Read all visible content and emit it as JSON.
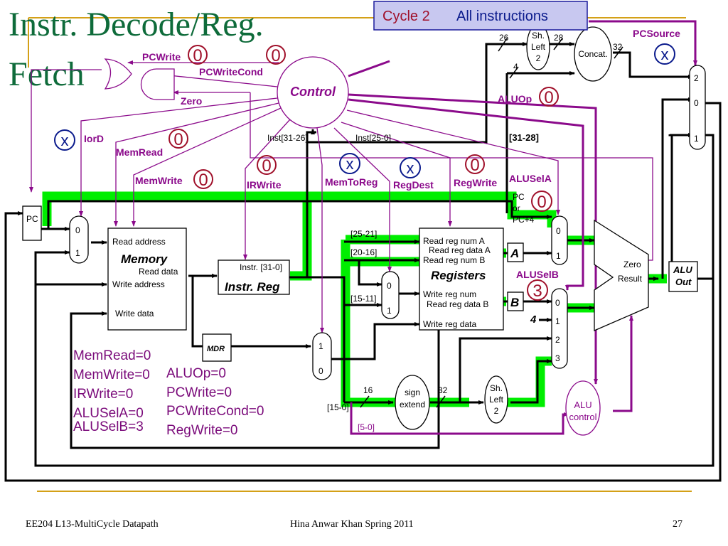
{
  "slide": {
    "title_line1": "Instr. Decode/Reg.",
    "title_line2": "Fetch",
    "banner_cycle": "Cycle 2",
    "banner_scope": "All instructions",
    "footer_left": "EE204 L13-MultiCycle Datapath",
    "footer_center": "Hina Anwar Khan Spring 2011",
    "page_number": "27"
  },
  "colors": {
    "title": "#0e6b3a",
    "rule": "#d4a017",
    "control_signal": "#8b0a8b",
    "active_path": "#00ee00",
    "value_zero": "#a0102a",
    "value_dontcare": "#0a1a8c",
    "banner_bg": "#c8c8f0"
  },
  "control": {
    "unit_label": "Control",
    "signals": {
      "pcwrite": {
        "label": "PCWrite",
        "value": "0"
      },
      "pcwritecond": {
        "label": "PCWriteCond",
        "value": "0"
      },
      "zero": {
        "label": "Zero"
      },
      "iord": {
        "label": "IorD",
        "value": "x"
      },
      "memread": {
        "label": "MemRead",
        "value": "0"
      },
      "memwrite": {
        "label": "MemWrite",
        "value": "0"
      },
      "irwrite": {
        "label": "IRWrite",
        "value": "0"
      },
      "memtoreg": {
        "label": "MemToReg",
        "value": "x"
      },
      "regdest": {
        "label": "RegDest",
        "value": "x"
      },
      "regwrite": {
        "label": "RegWrite",
        "value": "0"
      },
      "aluop": {
        "label": "ALUOp",
        "value": "0"
      },
      "pcsource": {
        "label": "PCSource",
        "value": "x"
      },
      "aluselA": {
        "label": "ALUSelA",
        "value": "0"
      },
      "aluselB": {
        "label": "ALUSelB",
        "value": "3"
      }
    }
  },
  "blocks": {
    "pc": "PC",
    "memory": {
      "name": "Memory",
      "read_address": "Read address",
      "read_data": "Read data",
      "write_address": "Write address",
      "write_data": "Write data"
    },
    "ir": {
      "name": "Instr. Reg",
      "port": "Instr. [31-0]"
    },
    "mdr": "MDR",
    "registers": {
      "name": "Registers",
      "read_num_a": "Read reg num A",
      "read_data_a": "Read reg data A",
      "read_num_b": "Read reg num B",
      "write_num": "Write reg num",
      "read_data_b": "Read reg data B",
      "write_data": "Write reg data"
    },
    "reg_a": "A",
    "reg_b": "B",
    "alu": {
      "zero": "Zero",
      "result": "Result"
    },
    "aluout": {
      "line1": "ALU",
      "line2": "Out"
    },
    "alu_control": {
      "line1": "ALU",
      "line2": "control"
    },
    "sign_extend": {
      "line1": "sign",
      "line2": "extend"
    },
    "shift_left_top": {
      "line1": "Sh.",
      "line2": "Left",
      "line3": "2"
    },
    "shift_left_bottom": {
      "line1": "Sh.",
      "line2": "Left",
      "line3": "2"
    },
    "concat": "Concat.",
    "const_four": "4"
  },
  "wire_labels": {
    "inst_31_26": "Inst[31-26]",
    "inst_25_0": "Inst[25-0]",
    "bits_31_28": "[31-28]",
    "bits_25_21": "[25-21]",
    "bits_20_16": "[20-16]",
    "bits_15_11": "[15-11]",
    "bits_15_0": "[15-0]",
    "bits_5_0": "[5-0]",
    "w26": "26",
    "w28": "28",
    "w32_top": "32",
    "w4": "4",
    "w16": "16",
    "w32_bot": "32",
    "pc_or_pc4_1": "PC",
    "pc_or_pc4_2": "or",
    "pc_or_pc4_3": "PC+4"
  },
  "mux_inputs": {
    "iord": [
      "0",
      "1"
    ],
    "memtoreg": [
      "1",
      "0"
    ],
    "regdest": [
      "0",
      "1"
    ],
    "aluselA": [
      "0",
      "1"
    ],
    "aluselB": [
      "0",
      "1",
      "2",
      "3"
    ],
    "pcsource": [
      "2",
      "0",
      "1"
    ]
  },
  "summary": {
    "left": [
      "MemRead=0",
      "MemWrite=0",
      "IRWrite=0",
      "ALUSelA=0",
      "ALUSelB=3"
    ],
    "right": [
      "ALUOp=0",
      "PCWrite=0",
      "PCWriteCond=0",
      "RegWrite=0"
    ]
  }
}
